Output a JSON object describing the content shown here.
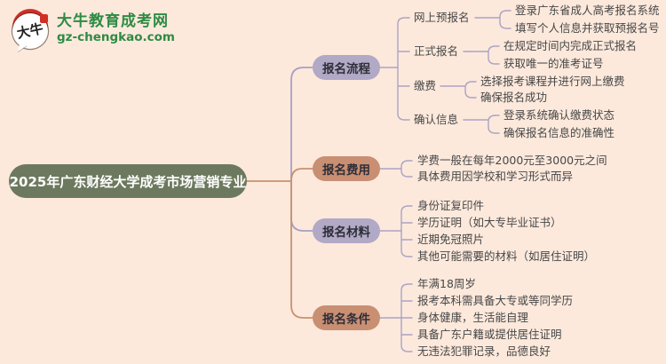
{
  "logo": {
    "bubble_text": "大牛",
    "title": "大牛教育成考网",
    "url": "gz-chengkao.com"
  },
  "root": {
    "label": "2025年广东财经大学成考市场营销专业"
  },
  "branches": [
    {
      "label": "报名流程",
      "theme": "purple",
      "groups": [
        {
          "label": "网上预报名",
          "leaves": [
            "登录广东省成人高考报名系统",
            "填写个人信息并获取预报名号"
          ]
        },
        {
          "label": "正式报名",
          "leaves": [
            "在规定时间内完成正式报名",
            "获取唯一的准考证号"
          ]
        },
        {
          "label": "缴费",
          "leaves": [
            "选择报考课程并进行网上缴费",
            "确保报名成功"
          ]
        },
        {
          "label": "确认信息",
          "leaves": [
            "登录系统确认缴费状态",
            "确保报名信息的准确性"
          ]
        }
      ]
    },
    {
      "label": "报名费用",
      "theme": "terracotta",
      "leaves": [
        "学费一般在每年2000元至3000元之间",
        "具体费用因学校和学习形式而异"
      ]
    },
    {
      "label": "报名材料",
      "theme": "purple",
      "leaves": [
        "身份证复印件",
        "学历证明（如大专毕业证书）",
        "近期免冠照片",
        "其他可能需要的材料（如居住证明）"
      ]
    },
    {
      "label": "报名条件",
      "theme": "terracotta",
      "leaves": [
        "年满18周岁",
        "报考本科需具备大专或等同学历",
        "身体健康，生活能自理",
        "具备广东户籍或提供居住证明",
        "无违法犯罪记录，品德良好"
      ]
    }
  ],
  "colors": {
    "background": "#fce9dc",
    "root_fill": "#6d795e",
    "purple_fill": "#b1a9c5",
    "terracotta_fill": "#c98f72",
    "pill_text": "#2e2e38",
    "leaf_text": "#474747",
    "line_purple": "#a79fc3",
    "line_terracotta": "#c9916f",
    "line_bracket": "#aba3c4",
    "logo_green": "#2e8b44",
    "logo_red": "#d22f27"
  }
}
